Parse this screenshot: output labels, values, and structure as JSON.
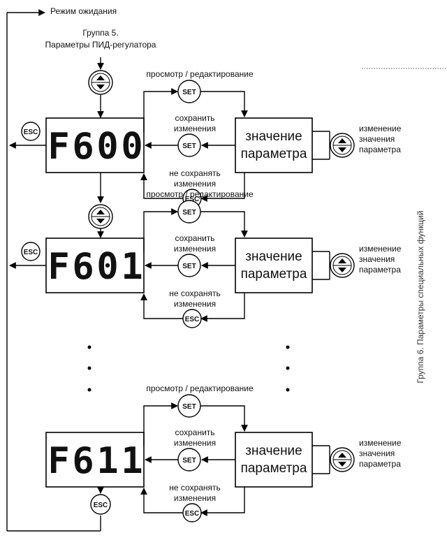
{
  "standby_label": "Режим ожидания",
  "group_title": [
    "Группа 5.",
    "Параметры ПИД-регулатора"
  ],
  "side_title": "Группа 6. Параметры специальных функций",
  "colors": {
    "lit": "#111111",
    "dim": "#d9d9d9",
    "line": "#000000"
  },
  "blocks": [
    {
      "display": [
        "F",
        "6",
        "0",
        "0"
      ],
      "lit": [
        true,
        true,
        true,
        true
      ],
      "view_edit_label": "просмотр / редактирование",
      "save_label": [
        "сохранить",
        "изменения"
      ],
      "nosave_label": [
        "не сохранять",
        "изменения"
      ],
      "set_label": "SET",
      "esc_label": "ESC",
      "value_label": [
        "значение",
        "параметра"
      ],
      "change_label": [
        "изменение",
        "значения",
        "параметра"
      ]
    },
    {
      "display": [
        "F",
        "6",
        "0",
        "1"
      ],
      "lit": [
        true,
        true,
        true,
        true
      ],
      "view_edit_label": "просмотр / редактирование",
      "save_label": [
        "сохранить",
        "изменения"
      ],
      "nosave_label": [
        "не сохранять",
        "изменения"
      ],
      "set_label": "SET",
      "esc_label": "ESC",
      "value_label": [
        "значение",
        "параметра"
      ],
      "change_label": [
        "изменение",
        "значения",
        "параметра"
      ]
    },
    {
      "display": [
        "F",
        "6",
        "1",
        "1"
      ],
      "lit": [
        true,
        true,
        true,
        true
      ],
      "view_edit_label": "просмотр / редактирование",
      "save_label": [
        "сохранить",
        "изменения"
      ],
      "nosave_label": [
        "не сохранять",
        "изменения"
      ],
      "set_label": "SET",
      "esc_label": "ESC",
      "value_label": [
        "значение",
        "параметра"
      ],
      "change_label": [
        "изменение",
        "значения",
        "параметра"
      ]
    }
  ],
  "exit_esc_label": "ESC"
}
